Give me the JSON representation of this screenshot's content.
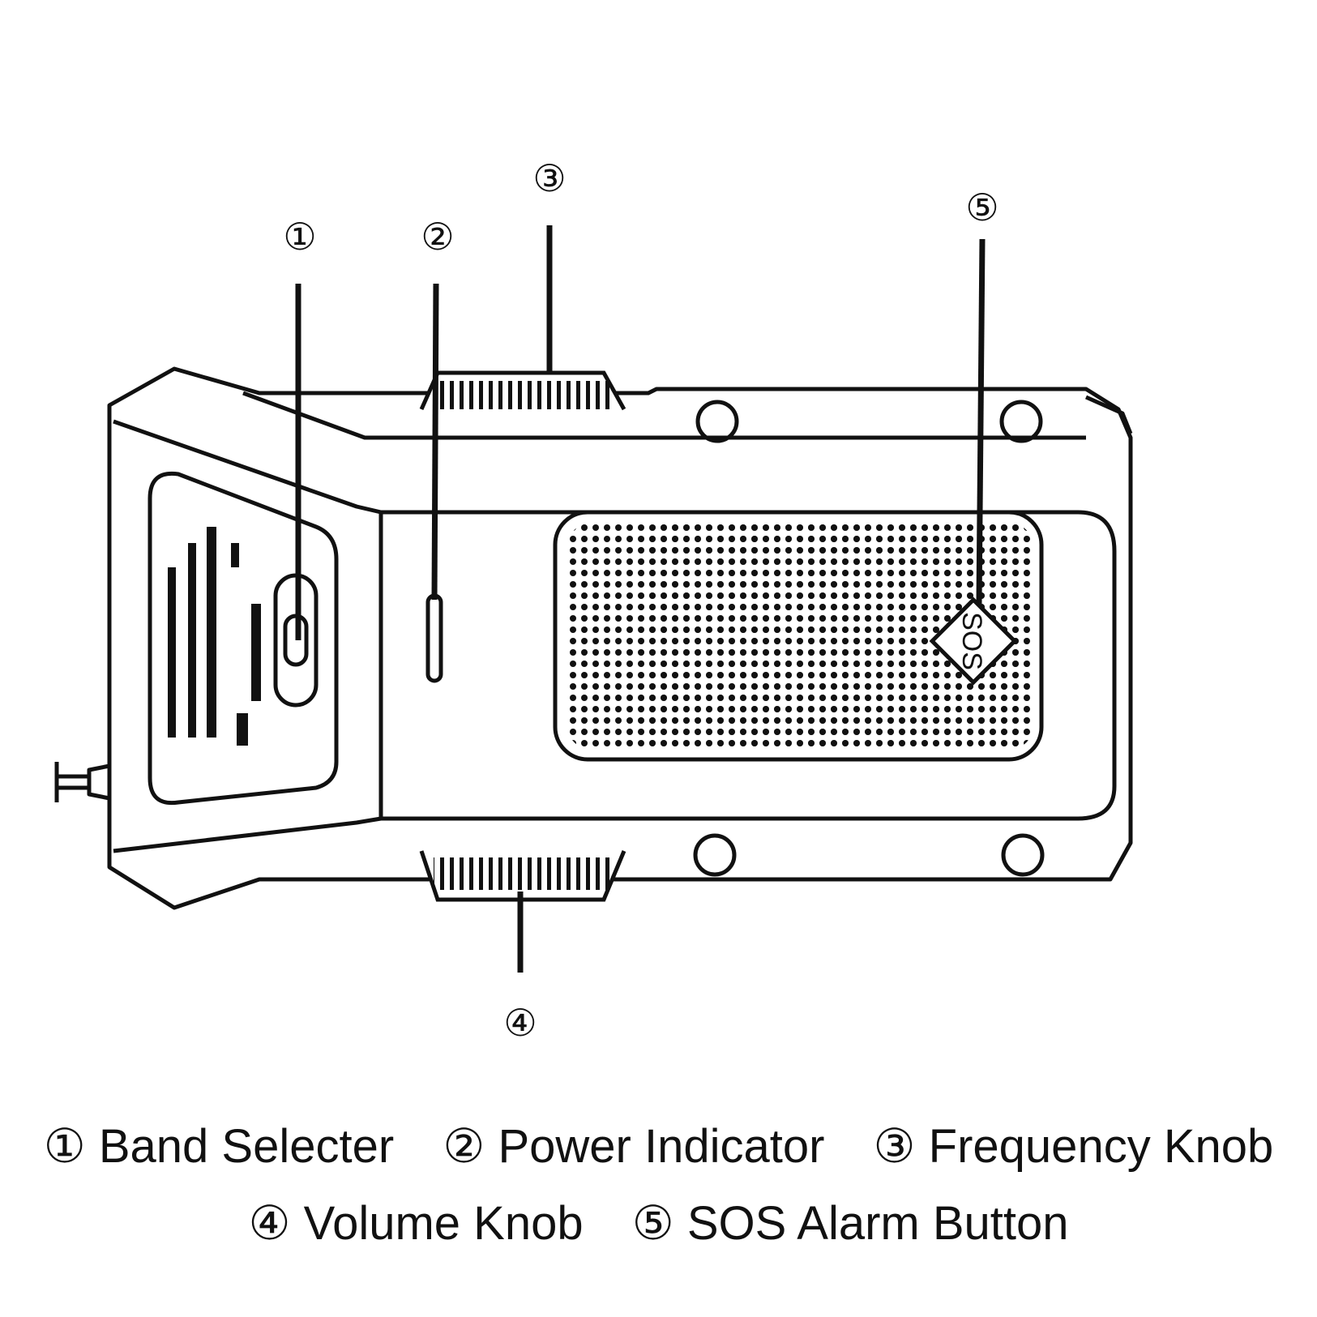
{
  "callouts": [
    {
      "marker": "①",
      "label": "Band Selecter"
    },
    {
      "marker": "②",
      "label": "Power Indicator"
    },
    {
      "marker": "③",
      "label": "Frequency Knob"
    },
    {
      "marker": "④",
      "label": "Volume Knob"
    },
    {
      "marker": "⑤",
      "label": "SOS Alarm Button"
    }
  ],
  "device": {
    "sos_label": "SOS"
  },
  "colors": {
    "line": "#111111",
    "background": "#ffffff"
  }
}
